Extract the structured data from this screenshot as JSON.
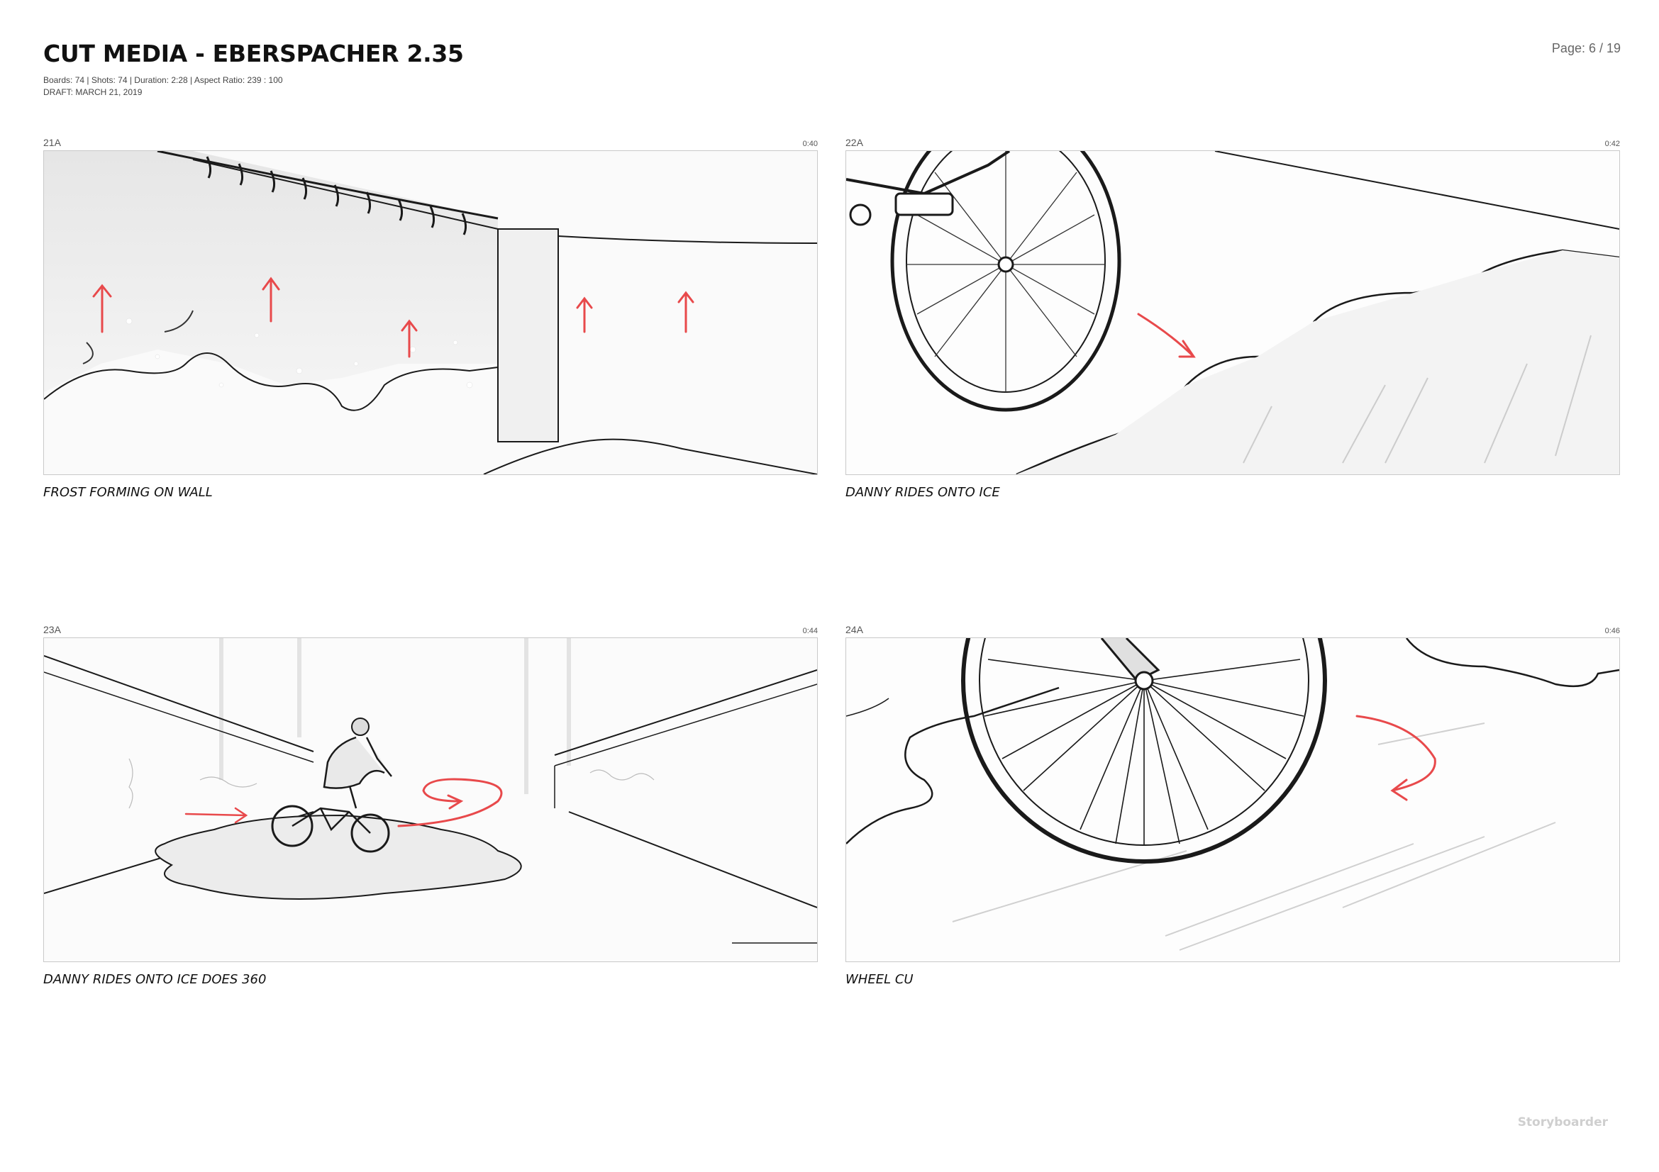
{
  "header": {
    "title": "CUT MEDIA - EBERSPACHER 2.35",
    "meta_line": "Boards: 74  |  Shots: 74  |  Duration: 2:28  |  Aspect Ratio: 239 : 100",
    "draft": "DRAFT: MARCH 21, 2019",
    "page": "Page: 6 / 19"
  },
  "panels": [
    {
      "number": "21A",
      "time": "0:40",
      "caption": "FROST FORMING ON WALL"
    },
    {
      "number": "22A",
      "time": "0:42",
      "caption": "DANNY RIDES ONTO ICE"
    },
    {
      "number": "23A",
      "time": "0:44",
      "caption": "DANNY RIDES ONTO ICE DOES 360"
    },
    {
      "number": "24A",
      "time": "0:46",
      "caption": "WHEEL CU"
    }
  ],
  "footer": {
    "brand": "Storyboarder"
  },
  "colors": {
    "annotation": "#e8494b",
    "sketch": "#1a1a1a",
    "frame_border": "#c9c9c9"
  }
}
